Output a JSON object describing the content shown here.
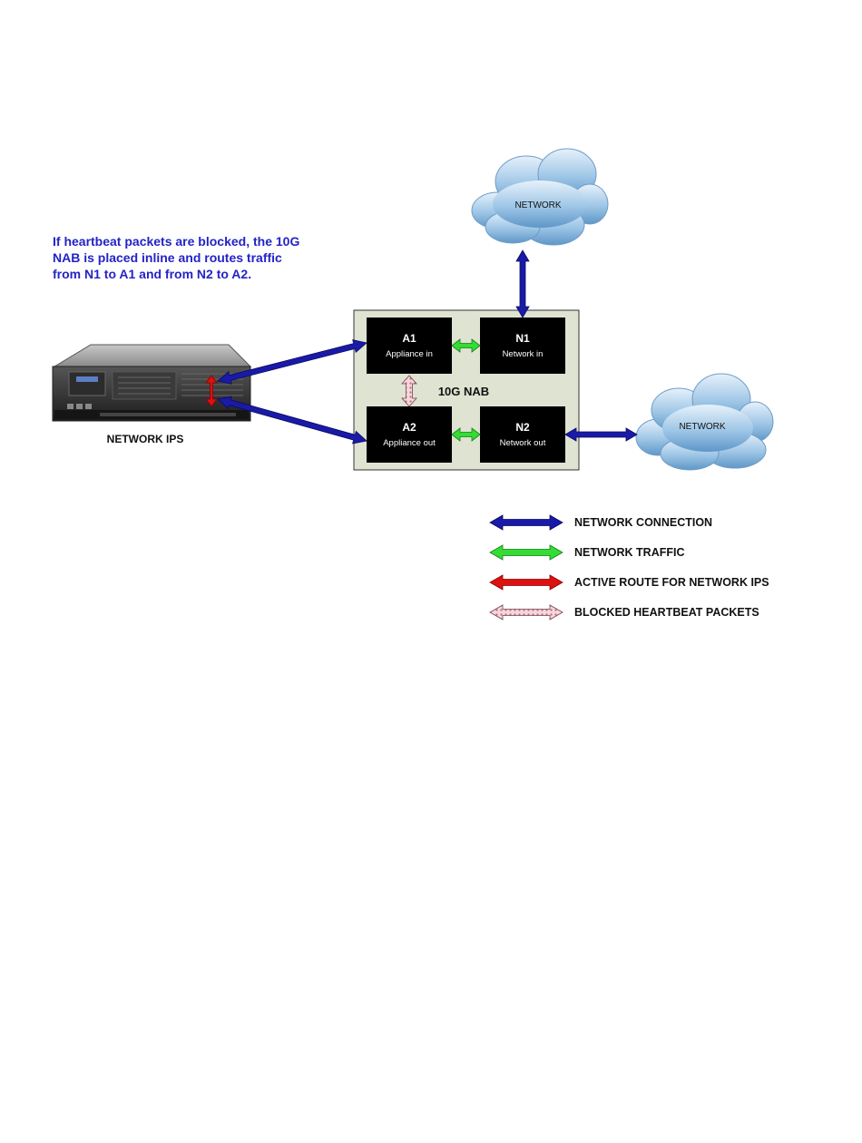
{
  "caption": {
    "lines": [
      "If heartbeat packets are blocked, the 10G",
      "NAB is placed inline and routes traffic",
      "from N1 to A1 and from N2 to A2."
    ]
  },
  "device": {
    "label": "NETWORK IPS"
  },
  "nab": {
    "label": "10G NAB",
    "ports": {
      "a1": {
        "id": "A1",
        "desc": "Appliance in"
      },
      "n1": {
        "id": "N1",
        "desc": "Network in"
      },
      "a2": {
        "id": "A2",
        "desc": "Appliance out"
      },
      "n2": {
        "id": "N2",
        "desc": "Network out"
      }
    }
  },
  "clouds": {
    "top": "NETWORK",
    "right": "NETWORK"
  },
  "legend": [
    {
      "key": "network_connection",
      "label": "NETWORK CONNECTION",
      "color": "#1a1aa8"
    },
    {
      "key": "network_traffic",
      "label": "NETWORK TRAFFIC",
      "color": "#33dd33"
    },
    {
      "key": "active_route",
      "label": "ACTIVE ROUTE FOR NETWORK IPS",
      "color": "#dd1111"
    },
    {
      "key": "blocked_heartbeat",
      "label": "BLOCKED HEARTBEAT PACKETS",
      "color": "#f2c8cc"
    }
  ],
  "colors": {
    "caption": "#2323c8",
    "nab_fill": "#dfe3d2",
    "port_fill": "#000000"
  }
}
